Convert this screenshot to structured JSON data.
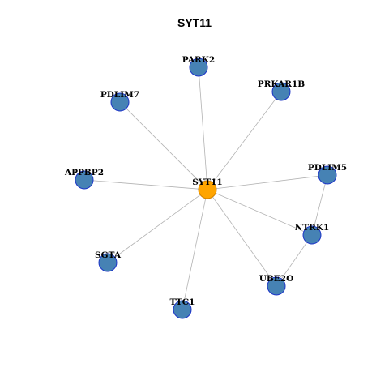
{
  "title": "SYT11",
  "colors": {
    "hub_fill": "#ffa500",
    "hub_stroke": "#d08000",
    "node_fill": "#4682b4",
    "node_stroke": "#1c34c8",
    "edge": "#b3b3b3"
  },
  "nodes": [
    {
      "id": "SYT11",
      "label": "SYT11",
      "hub": true
    },
    {
      "id": "PARK2",
      "label": "PARK2"
    },
    {
      "id": "PRKAR1B",
      "label": "PRKAR1B"
    },
    {
      "id": "PDLIM7",
      "label": "PDLIM7"
    },
    {
      "id": "APPBP2",
      "label": "APPBP2"
    },
    {
      "id": "PDLIM5",
      "label": "PDLIM5"
    },
    {
      "id": "NTRK1",
      "label": "NTRK1"
    },
    {
      "id": "SGTA",
      "label": "SGTA"
    },
    {
      "id": "UBE2O",
      "label": "UBE2O"
    },
    {
      "id": "TTC1",
      "label": "TTC1"
    }
  ],
  "edges": [
    [
      "SYT11",
      "PARK2"
    ],
    [
      "SYT11",
      "PRKAR1B"
    ],
    [
      "SYT11",
      "PDLIM7"
    ],
    [
      "SYT11",
      "APPBP2"
    ],
    [
      "SYT11",
      "PDLIM5"
    ],
    [
      "SYT11",
      "NTRK1"
    ],
    [
      "SYT11",
      "SGTA"
    ],
    [
      "SYT11",
      "UBE2O"
    ],
    [
      "SYT11",
      "TTC1"
    ],
    [
      "PDLIM5",
      "NTRK1"
    ],
    [
      "NTRK1",
      "UBE2O"
    ]
  ]
}
